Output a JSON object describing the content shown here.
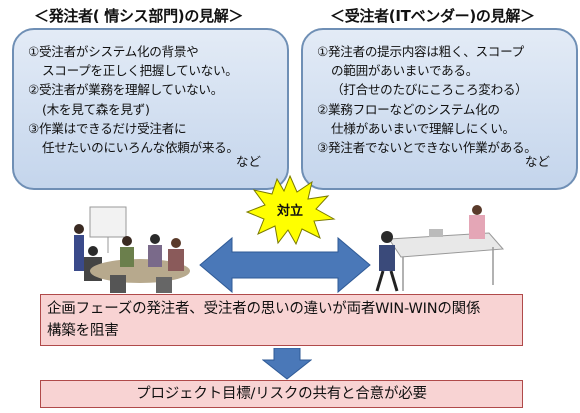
{
  "left": {
    "heading": "＜発注者( 情シス部門)の見解＞",
    "items": [
      "①受注者がシステム化の背景や",
      "スコープを正しく把握していない。",
      "②受注者が業務を理解していない。",
      "(木を見て森を見ず)",
      "③作業はできるだけ受注者に",
      "任せたいのにいろんな依頼が来る。"
    ],
    "etc": "など"
  },
  "right": {
    "heading": "＜受注者(ITベンダー)の見解＞",
    "items": [
      "①発注者の提示内容は粗く、スコープ",
      "の範囲があいまいである。",
      "（打合せのたびにころころ変わる）",
      "②業務フローなどのシステム化の",
      "仕様があいまいで理解しにくい。",
      "③発注者でないとできない作業がある。"
    ],
    "etc": "など"
  },
  "conflict": {
    "label": "対立"
  },
  "colors": {
    "panel_border": "#6f8fb5",
    "arrow": "#4a78b8",
    "burst": "#ffff00",
    "bar_fill": "#f8d3d3",
    "bar_border": "#b04a4a"
  },
  "icons": [
    "meeting-people-illustration",
    "discussion-people-illustration",
    "double-arrow-icon",
    "down-arrow-icon",
    "burst-icon"
  ],
  "problem": {
    "line1": "企画フェーズの発注者、受注者の思いの違いが両者WIN-WINの関係",
    "line2": "構築を阻害"
  },
  "solution": {
    "text": "プロジェクト目標/リスクの共有と合意が必要"
  }
}
